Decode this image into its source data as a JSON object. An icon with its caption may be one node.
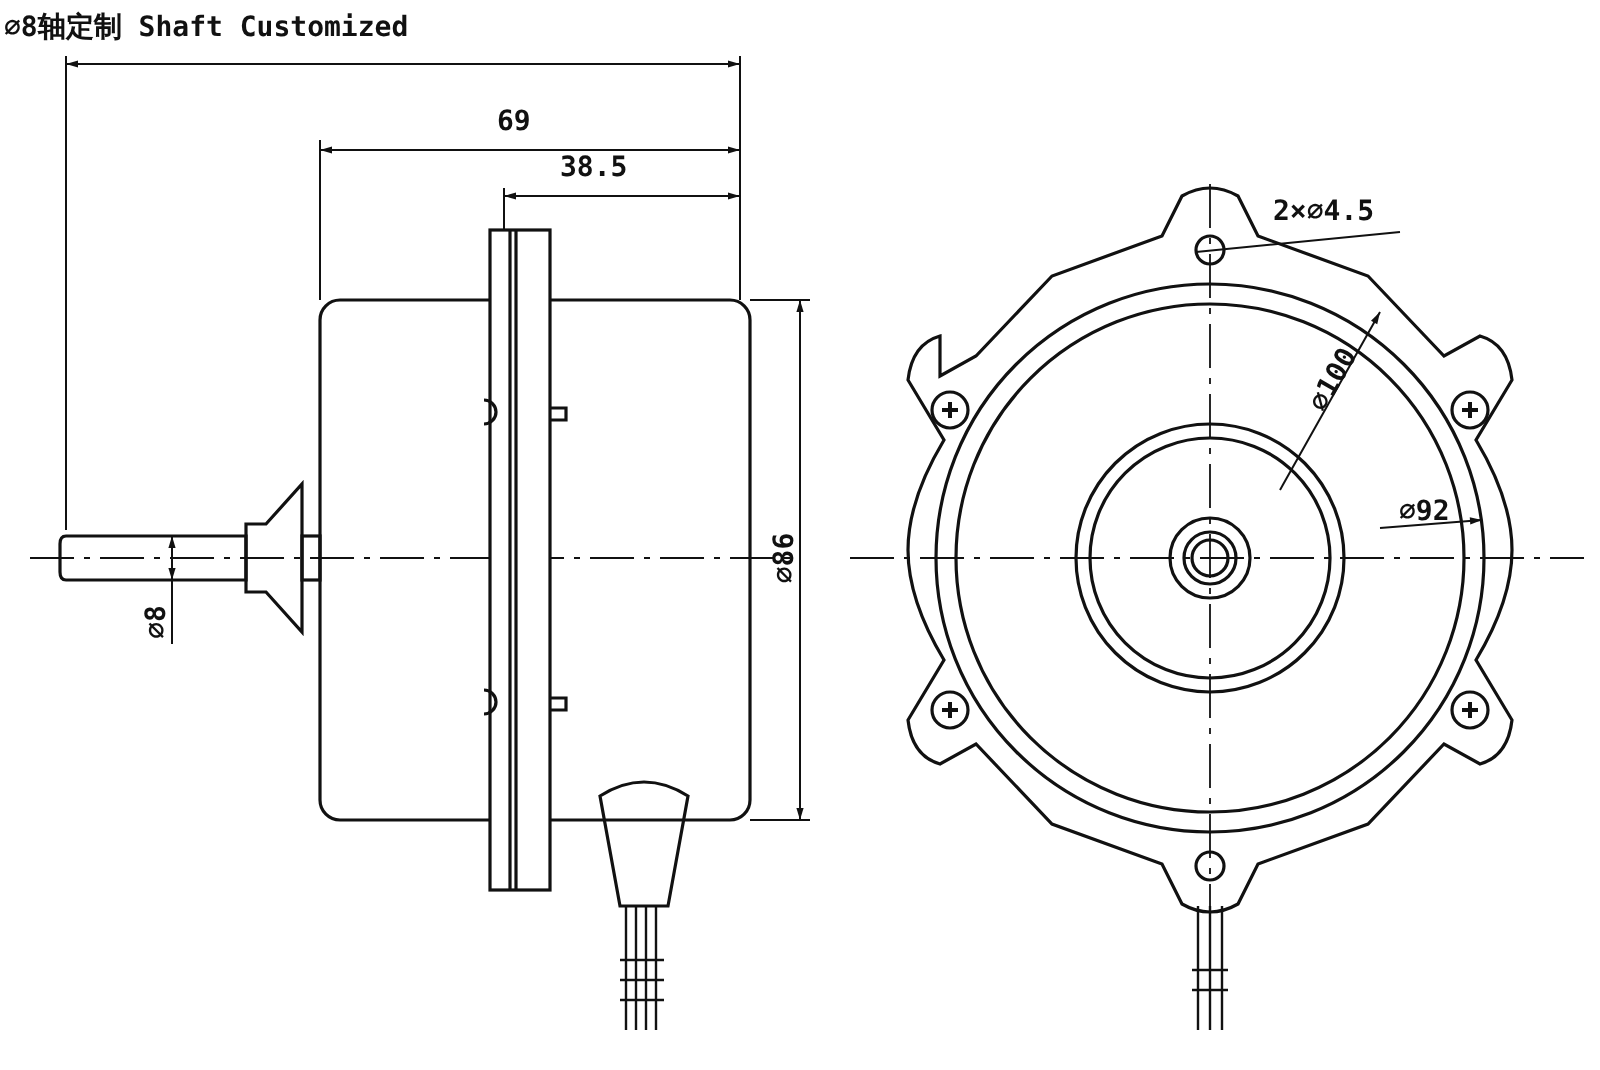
{
  "diagram": {
    "labels": [
      "⌀8轴定制 Shaft Customized",
      "69",
      "38.5",
      "2×⌀4.5",
      "⌀100",
      "⌀92",
      "⌀86",
      "⌀8"
    ]
  }
}
